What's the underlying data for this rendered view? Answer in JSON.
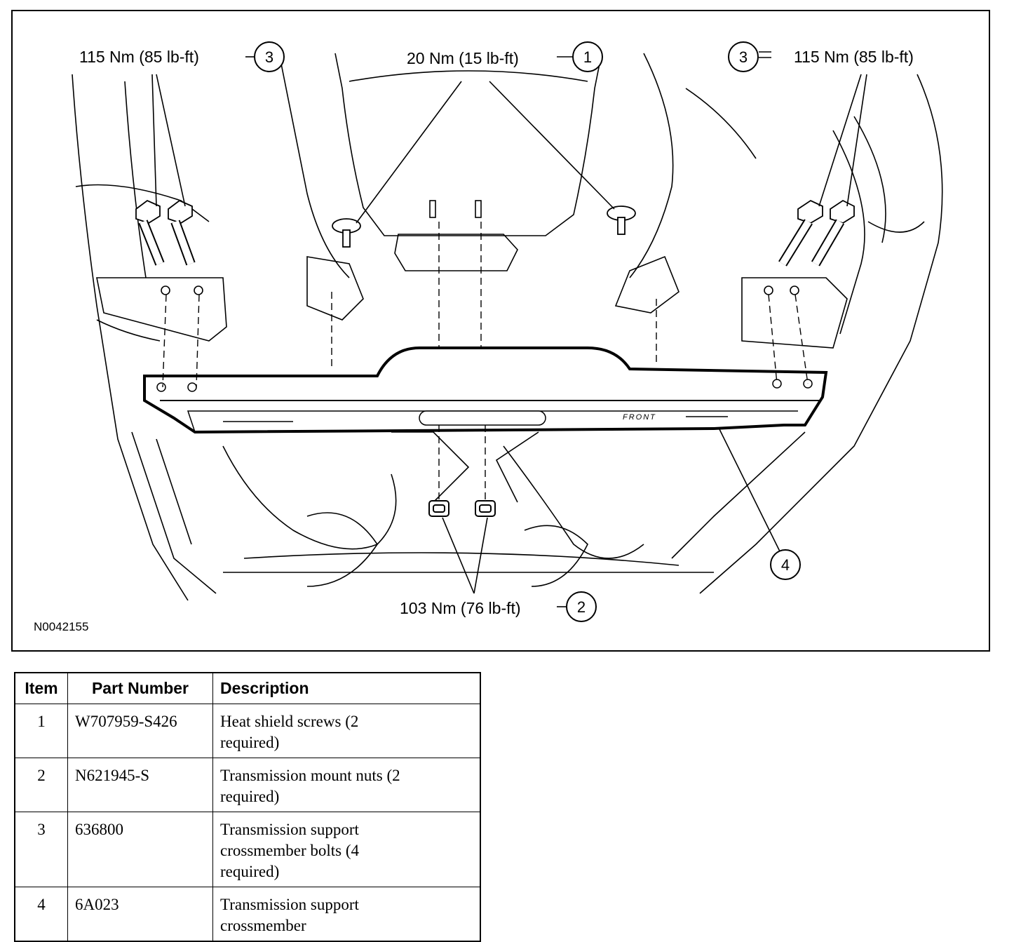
{
  "figure": {
    "id": "N0042155",
    "front_marking": "FRONT",
    "callouts": [
      {
        "item": "1",
        "torque": "20 Nm (15 lb-ft)"
      },
      {
        "item": "2",
        "torque": "103 Nm (76 lb-ft)"
      },
      {
        "item": "3",
        "torque": "115 Nm (85 lb-ft)"
      },
      {
        "item": "3",
        "torque": "115 Nm (85 lb-ft)"
      },
      {
        "item": "4",
        "torque": ""
      }
    ]
  },
  "table": {
    "headers": [
      "Item",
      "Part Number",
      "Description"
    ],
    "rows": [
      {
        "item": "1",
        "part": "W707959-S426",
        "desc_lines": [
          "Heat shield screws (2",
          "required)"
        ]
      },
      {
        "item": "2",
        "part": "N621945-S",
        "desc_lines": [
          "Transmission mount nuts (2",
          "required)"
        ]
      },
      {
        "item": "3",
        "part": "636800",
        "desc_lines": [
          "Transmission support",
          "crossmember bolts (4",
          "required)"
        ]
      },
      {
        "item": "4",
        "part": "6A023",
        "desc_lines": [
          "Transmission support",
          "crossmember"
        ]
      }
    ]
  }
}
